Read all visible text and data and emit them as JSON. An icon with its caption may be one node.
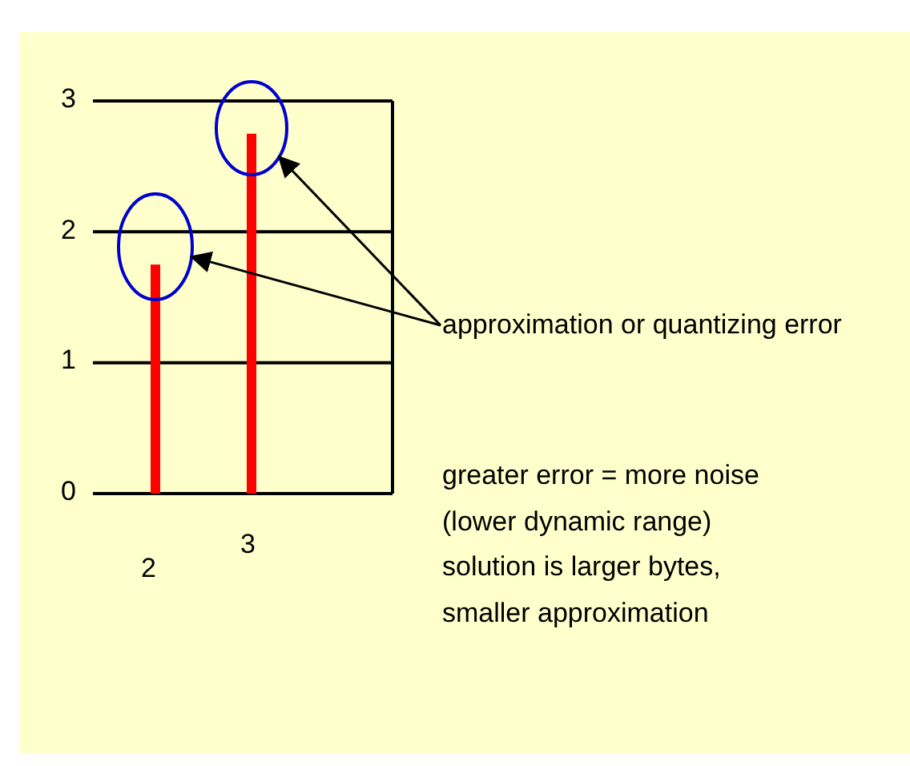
{
  "diagram": {
    "nodes": [
      {
        "text": [
          "approximation or quantizing error"
        ]
      },
      {
        "text": [],
        "shape": "circle"
      },
      {
        "text": [],
        "shape": "circle"
      }
    ],
    "edges": [
      {
        "from": 0,
        "to": 1,
        "arrow": "to"
      },
      {
        "from": 0,
        "to": 2,
        "arrow": "to"
      }
    ],
    "labels": [
      "greater error = more noise",
      "(lower dynamic range)",
      "solution is larger bytes,",
      "smaller approximation"
    ],
    "chart_data": {
      "type": "bar",
      "categories": [
        "2",
        "3"
      ],
      "series": [
        {
          "color": "#ff0000",
          "values": [
            1.75,
            2.75
          ]
        }
      ],
      "ylim": [
        0,
        3
      ],
      "yticks": [
        0,
        1,
        2,
        3
      ]
    }
  }
}
